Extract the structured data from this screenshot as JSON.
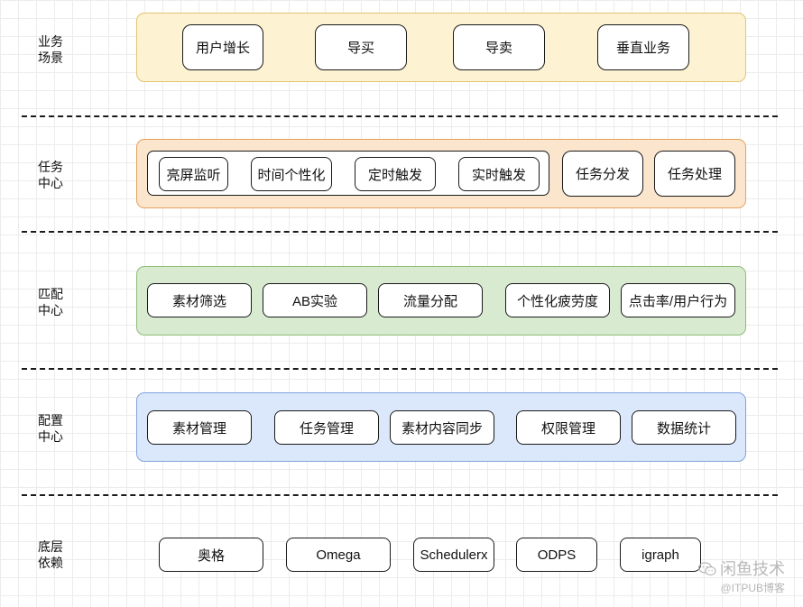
{
  "rows": {
    "business": {
      "label": [
        "业务",
        "场景"
      ],
      "boxes": [
        "用户增长",
        "导买",
        "导卖",
        "垂直业务"
      ]
    },
    "task": {
      "label": [
        "任务",
        "中心"
      ],
      "group_boxes": [
        "亮屏监听",
        "时间个性化",
        "定时触发",
        "实时触发"
      ],
      "boxes": [
        "任务分发",
        "任务处理"
      ]
    },
    "match": {
      "label": [
        "匹配",
        "中心"
      ],
      "boxes": [
        "素材筛选",
        "AB实验",
        "流量分配",
        "个性化疲劳度",
        "点击率/用户行为"
      ]
    },
    "config": {
      "label": [
        "配置",
        "中心"
      ],
      "boxes": [
        "素材管理",
        "任务管理",
        "素材内容同步",
        "权限管理",
        "数据统计"
      ]
    },
    "deps": {
      "label": [
        "底层",
        "依赖"
      ],
      "boxes": [
        "奥格",
        "Omega",
        "Schedulerx",
        "ODPS",
        "igraph"
      ]
    }
  },
  "watermark": {
    "line1": "闲鱼技术",
    "line2": "@ITPUB博客"
  },
  "colors": {
    "business_band": "#fdf3d2",
    "task_band": "#fbe5cd",
    "match_band": "#d8ead0",
    "config_band": "#dbe7fa"
  }
}
